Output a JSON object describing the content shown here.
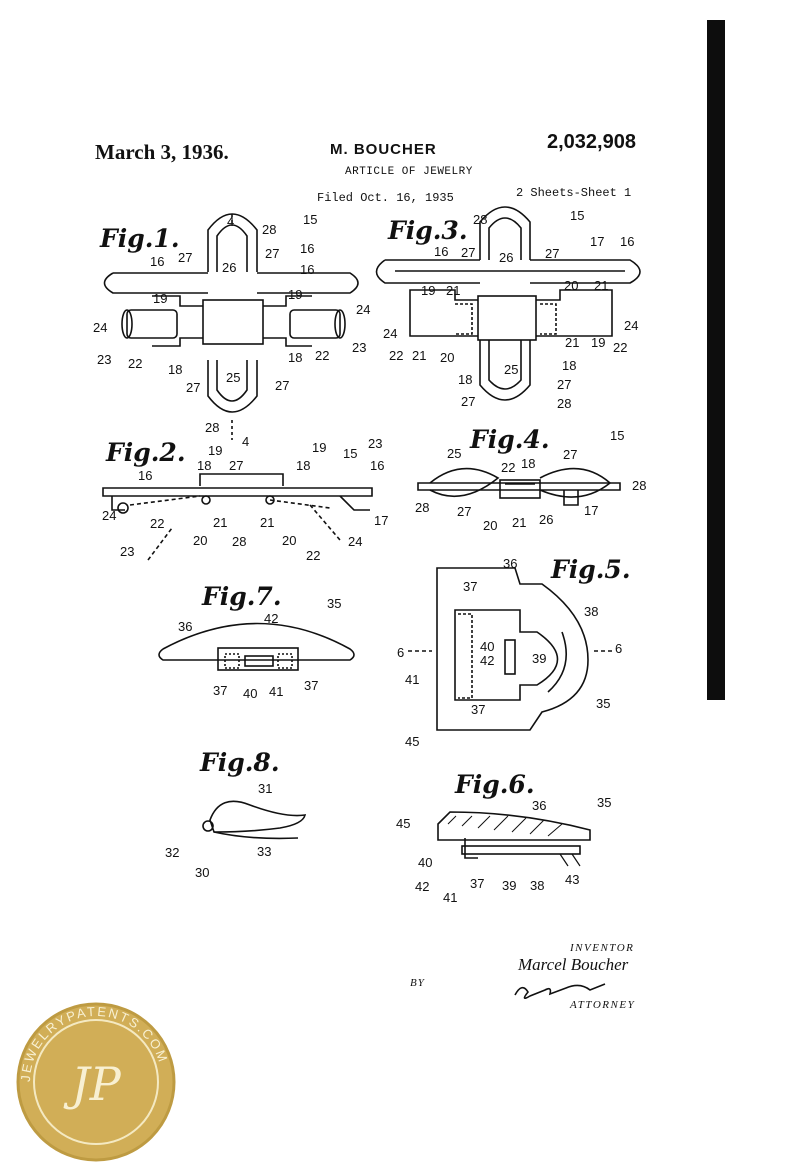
{
  "header": {
    "date": "March 3, 1936.",
    "inventor_name": "M. BOUCHER",
    "patent_number": "2,032,908",
    "title": "ARTICLE OF JEWELRY",
    "filed": "Filed Oct. 16, 1935",
    "sheet": "2 Sheets-Sheet 1"
  },
  "figures": {
    "fig1": "Fig.1.",
    "fig2": "Fig.2.",
    "fig3": "Fig.3.",
    "fig4": "Fig.4.",
    "fig5": "Fig.5.",
    "fig6": "Fig.6.",
    "fig7": "Fig.7.",
    "fig8": "Fig.8."
  },
  "reference_numerals": {
    "fig1": [
      "4",
      "28",
      "15",
      "16",
      "27",
      "16",
      "26",
      "27",
      "16",
      "19",
      "19",
      "24",
      "24",
      "23",
      "22",
      "18",
      "18",
      "22",
      "23",
      "25",
      "27",
      "27",
      "28",
      "4"
    ],
    "fig2": [
      "19",
      "19",
      "23",
      "18",
      "27",
      "18",
      "15",
      "16",
      "16",
      "24",
      "22",
      "23",
      "20",
      "21",
      "28",
      "21",
      "20",
      "22",
      "24",
      "17"
    ],
    "fig3": [
      "28",
      "15",
      "16",
      "27",
      "27",
      "17",
      "16",
      "26",
      "19",
      "21",
      "20",
      "21",
      "24",
      "24",
      "22",
      "21",
      "20",
      "21",
      "19",
      "22",
      "18",
      "18",
      "25",
      "27",
      "27",
      "28"
    ],
    "fig4": [
      "15",
      "25",
      "22",
      "18",
      "27",
      "28",
      "28",
      "27",
      "20",
      "21",
      "26",
      "17"
    ],
    "fig5": [
      "37",
      "36",
      "38",
      "40",
      "42",
      "39",
      "6",
      "6",
      "41",
      "37",
      "35",
      "45"
    ],
    "fig6": [
      "36",
      "35",
      "45",
      "40",
      "42",
      "41",
      "37",
      "39",
      "38",
      "43"
    ],
    "fig7": [
      "35",
      "36",
      "42",
      "37",
      "40",
      "41",
      "37"
    ],
    "fig8": [
      "31",
      "32",
      "30",
      "33"
    ]
  },
  "signature": {
    "inventor_label": "INVENTOR",
    "inventor_name": "Marcel Boucher",
    "by_label": "BY",
    "attorney_label": "ATTORNEY"
  },
  "watermark": {
    "text": "JEWELRYPATENTS.COM",
    "monogram": "JP",
    "color": "#c9a13a"
  }
}
